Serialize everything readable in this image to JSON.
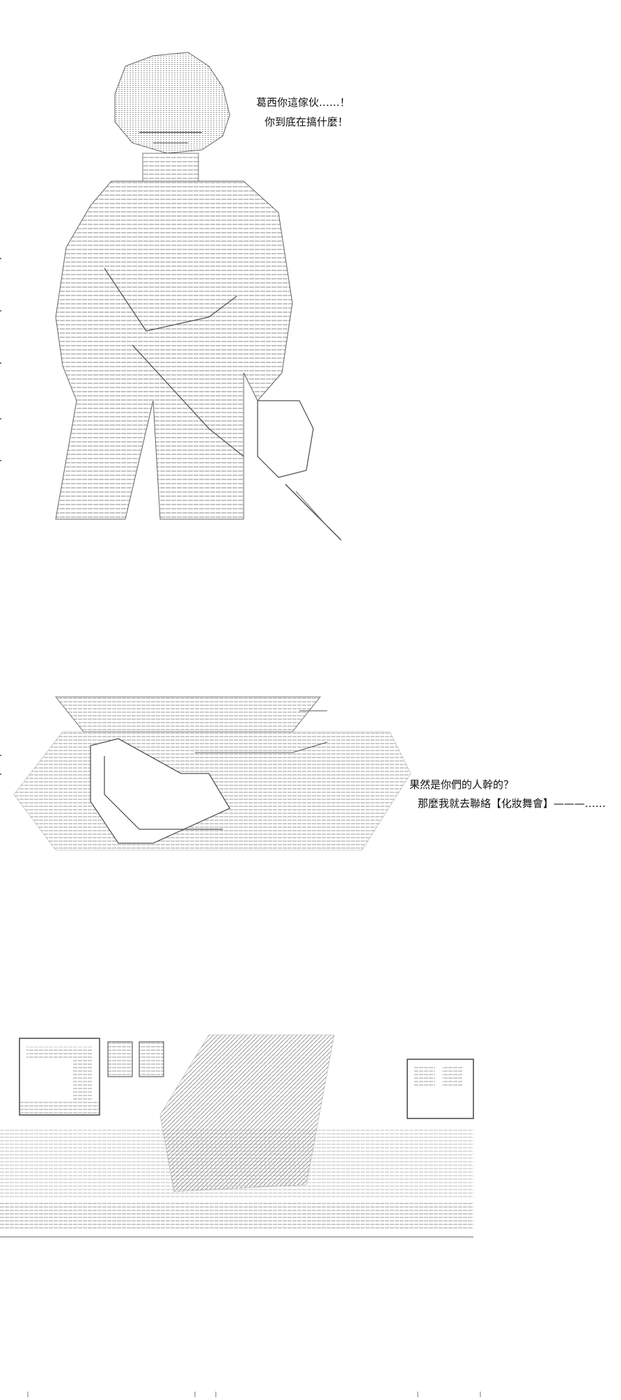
{
  "panels": [
    {
      "id": "panel-1",
      "dialogue": [
        "葛西你這傢伙……！",
        "你到底在搞什麼！"
      ]
    },
    {
      "id": "panel-2",
      "dialogue": [
        "果然是你們的人幹的？",
        "那麼我就去聯絡【化妝舞會】———……"
      ]
    },
    {
      "id": "panel-3",
      "dialogue": []
    }
  ],
  "colors": {
    "line": "#555555",
    "fill": "#9a9a9a",
    "text": "#111111",
    "bg": "#ffffff"
  }
}
